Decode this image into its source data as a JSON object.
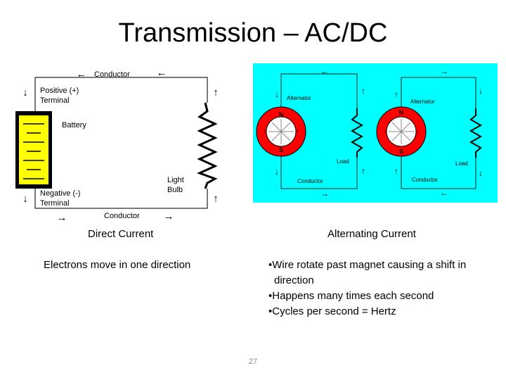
{
  "slide": {
    "title": "Transmission – AC/DC",
    "number": "27"
  },
  "dc": {
    "conductor_top": "Conductor",
    "conductor_bottom": "Conductor",
    "positive": "Positive (+)",
    "positive_terminal": "Terminal",
    "negative": "Negative (-)",
    "negative_terminal": "Terminal",
    "battery": "Battery",
    "light": "Light",
    "bulb": "Bulb",
    "caption": "Direct Current",
    "description": "Electrons move in one direction"
  },
  "ac": {
    "alternator_1": "Alternator",
    "alternator_2": "Alternator",
    "load_1": "Load",
    "load_2": "Load",
    "conductor_1": "Conductor",
    "conductor_2": "Conductor",
    "north": "N",
    "south": "S",
    "caption": "Alternating Current",
    "bullets": [
      "Wire rotate past magnet causing a shift in direction",
      "Happens many times each second",
      "Cycles per second = Hertz"
    ]
  },
  "arrows": {
    "left": "←",
    "right": "→",
    "up": "↑",
    "down": "↓"
  },
  "colors": {
    "ac_background": "#00ffff",
    "magnet_ring": "#ff0000",
    "battery_fill": "#ffff00"
  }
}
